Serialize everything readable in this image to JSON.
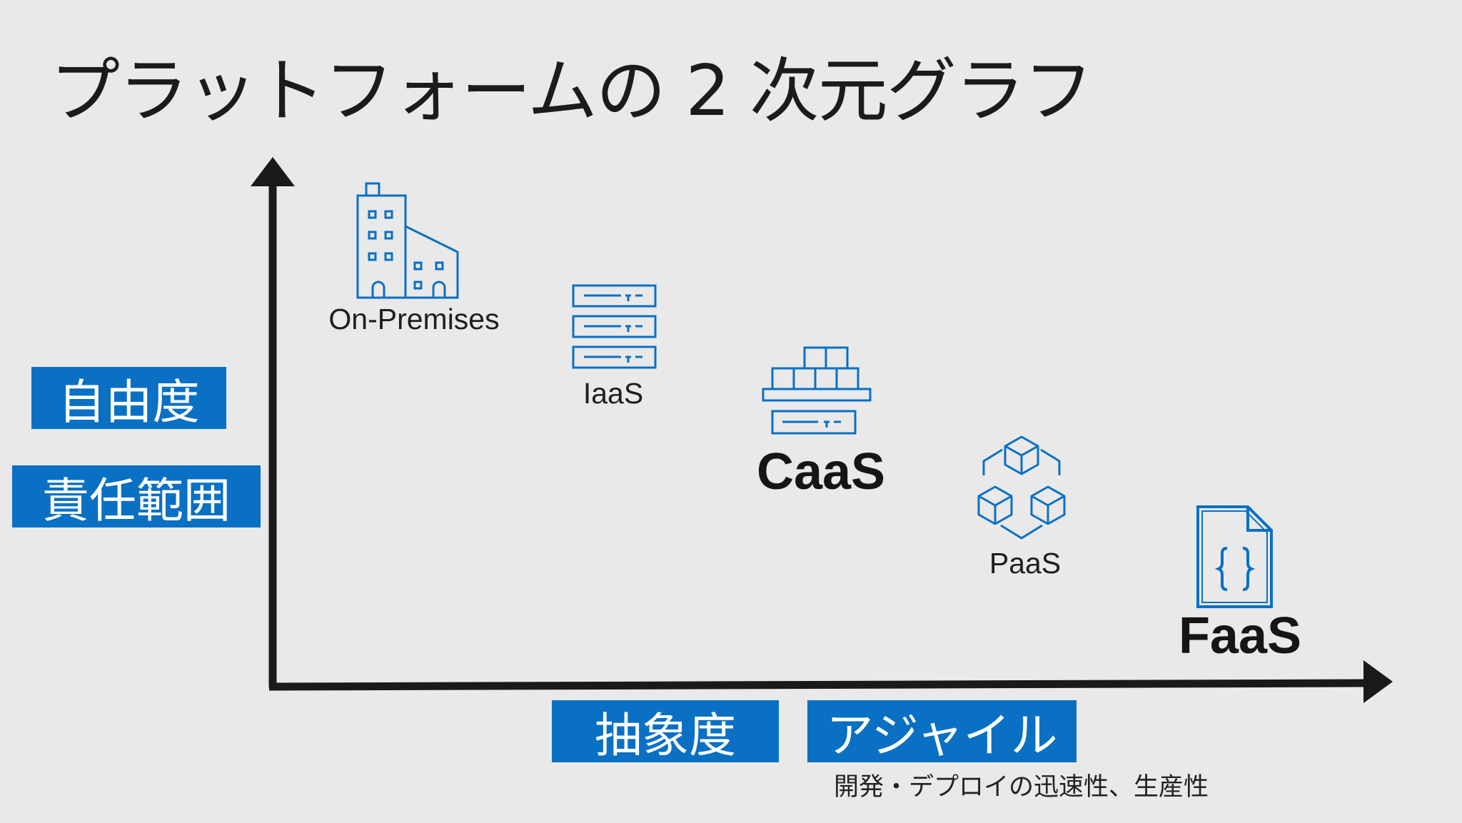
{
  "title": "プラットフォームの 2 次元グラフ",
  "y_axis_labels": [
    "自由度",
    "責任範囲"
  ],
  "x_axis_labels": [
    "抽象度",
    "アジャイル"
  ],
  "x_axis_note": "開発・デプロイの迅速性、生産性",
  "platforms": [
    {
      "label": "On-Premises",
      "icon": "building-icon"
    },
    {
      "label": "IaaS",
      "icon": "server-rack-icon"
    },
    {
      "label": "CaaS",
      "icon": "container-stack-icon"
    },
    {
      "label": "PaaS",
      "icon": "connected-cubes-icon"
    },
    {
      "label": "FaaS",
      "icon": "function-document-icon"
    }
  ],
  "colors": {
    "accent": "#0a70c4",
    "axis": "#1a1a1a",
    "background": "#e9e9ea"
  }
}
